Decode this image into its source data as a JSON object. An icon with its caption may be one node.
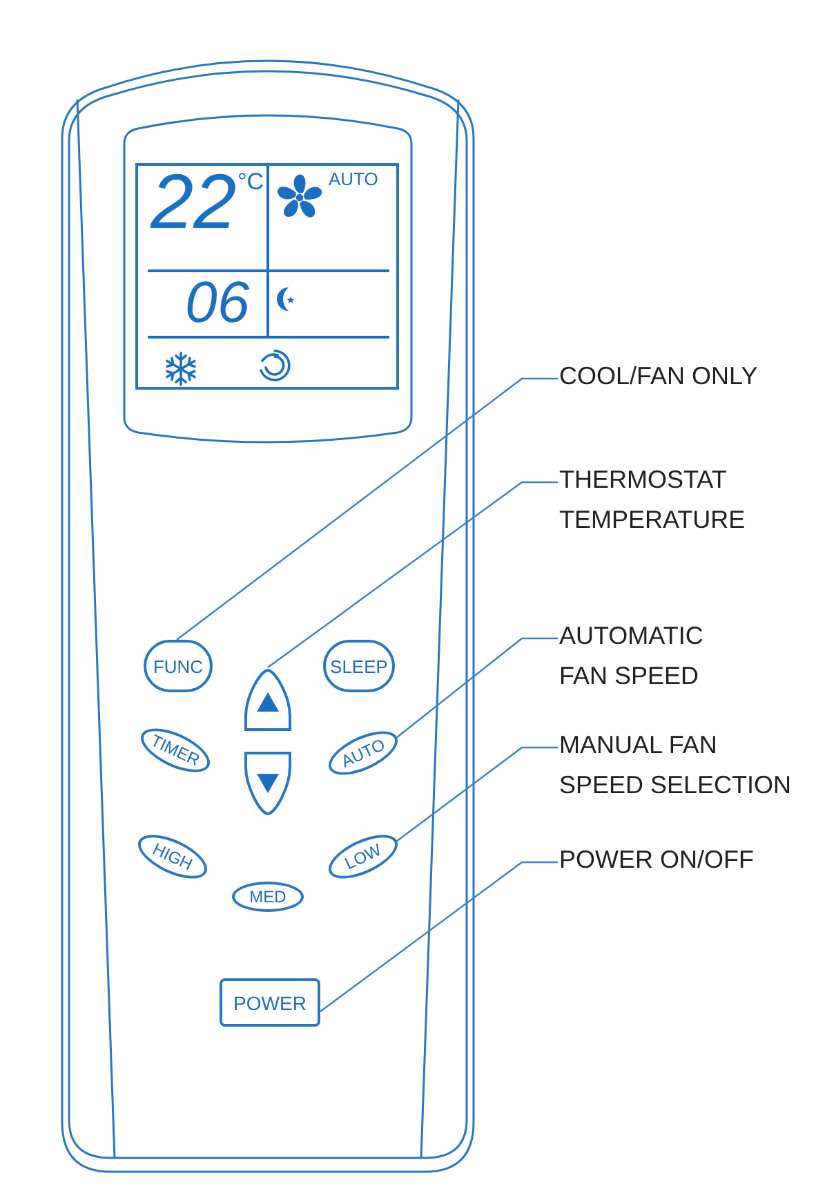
{
  "diagram": {
    "nodes": [
      {
        "text": [
          "22",
          "°C",
          "AUTO",
          "06"
        ]
      },
      {
        "text": [
          "FUNC"
        ]
      },
      {
        "text": [],
        "shape": "button"
      },
      {
        "text": [
          "SLEEP"
        ]
      },
      {
        "text": [
          "TIMER"
        ]
      },
      {
        "text": [],
        "shape": "button"
      },
      {
        "text": [
          "AUTO"
        ]
      },
      {
        "text": [
          "HIGH"
        ]
      },
      {
        "text": [
          "LOW"
        ]
      },
      {
        "text": [
          "MED"
        ]
      },
      {
        "text": [
          "POWER"
        ]
      },
      {
        "text": [
          "COOL/FAN ONLY"
        ]
      },
      {
        "text": [
          "THERMOSTAT TEMPERATURE"
        ]
      },
      {
        "text": [
          "AUTOMATIC FAN SPEED"
        ]
      },
      {
        "text": [
          "MANUAL FAN SPEED SELECTION"
        ]
      },
      {
        "text": [
          "POWER ON/OFF"
        ]
      }
    ],
    "edges": [
      {
        "from": 11,
        "to": 1,
        "arrow": "none"
      },
      {
        "from": 12,
        "to": 2,
        "arrow": "none"
      },
      {
        "from": 13,
        "to": 6,
        "arrow": "none"
      },
      {
        "from": 14,
        "to": 8,
        "arrow": "none"
      },
      {
        "from": 15,
        "to": 10,
        "arrow": "none"
      }
    ]
  }
}
